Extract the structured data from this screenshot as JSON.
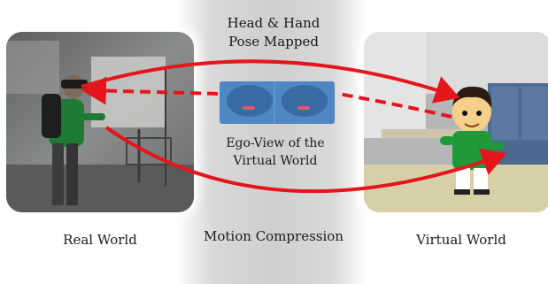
{
  "labels": {
    "head_hand_line1": "Head & Hand",
    "head_hand_line2": "Pose Mapped",
    "ego_line1": "Ego-View of the",
    "ego_line2": "Virtual World",
    "real_world": "Real World",
    "motion_compression": "Motion Compression",
    "virtual_world": "Virtual World"
  },
  "colors": {
    "arrow": "#e4161b",
    "band": "#d0d0d0",
    "ego_bg": "#4f86c4",
    "character_shirt": "#1e9a3a"
  },
  "icons": [
    "person-with-headset",
    "cartoon-avatar"
  ]
}
